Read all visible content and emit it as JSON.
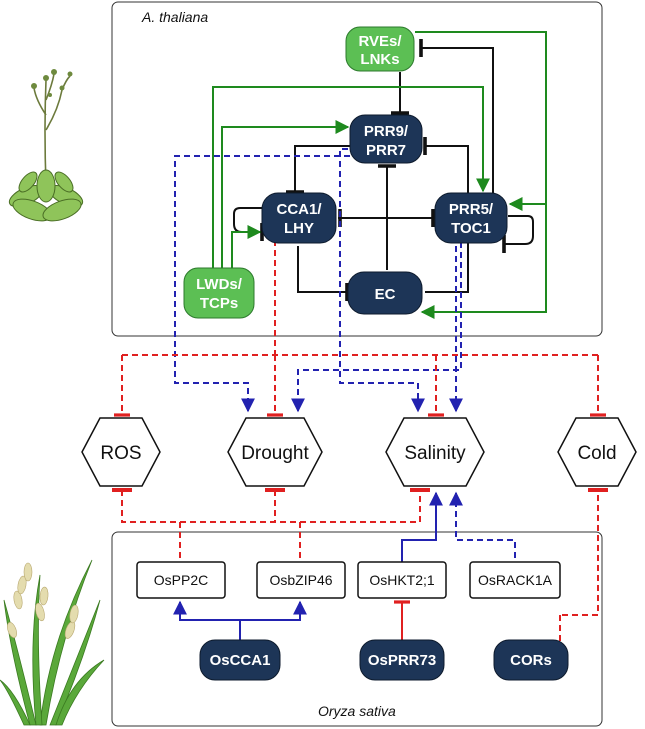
{
  "panels": {
    "top_title": "A. thaliana",
    "bottom_title": "Oryza sativa"
  },
  "clock_nodes": {
    "rves": [
      "RVEs/",
      "LNKs"
    ],
    "prr9": [
      "PRR9/",
      "PRR7"
    ],
    "cca1": [
      "CCA1/",
      "LHY"
    ],
    "prr5": [
      "PRR5/",
      "TOC1"
    ],
    "lwds": [
      "LWDs/",
      "TCPs"
    ],
    "ec": "EC"
  },
  "stress": {
    "ros": "ROS",
    "drought": "Drought",
    "salinity": "Salinity",
    "cold": "Cold"
  },
  "rice_genes": {
    "ospp2c": "OsPP2C",
    "osbzip46": "OsbZIP46",
    "oshkt": "OsHKT2;1",
    "osrack": "OsRACK1A"
  },
  "rice_regulators": {
    "oscca1": "OsCCA1",
    "osprr73": "OsPRR73",
    "cors": "CORs"
  },
  "colors": {
    "clock_node": "#1d3557",
    "green_node": "#5cbf54",
    "green_arrow": "#1e8a1e",
    "red_line": "#e02020",
    "blue_line": "#2222b0",
    "black_line": "#111111"
  },
  "icons": [
    "arabidopsis-plant-icon",
    "rice-plant-icon"
  ]
}
